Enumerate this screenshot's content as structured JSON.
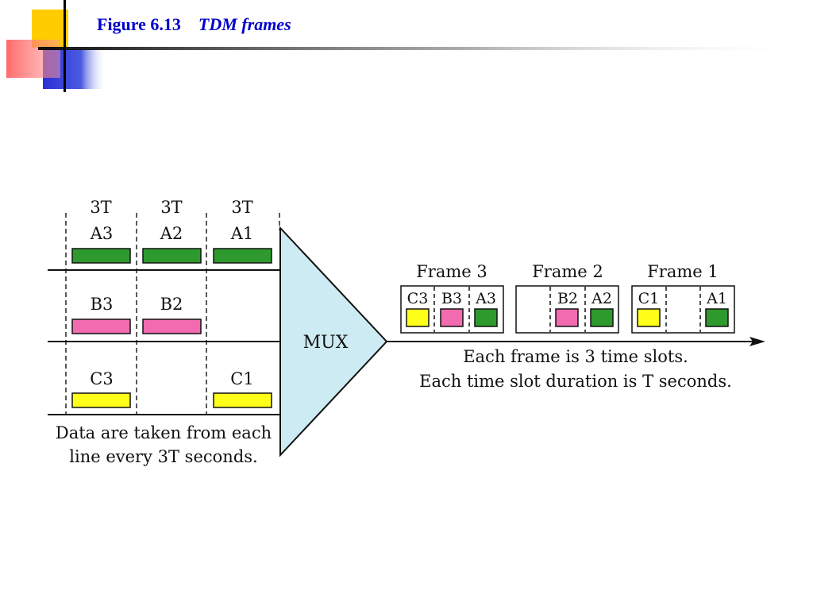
{
  "slide": {
    "figure_number": "Figure 6.13",
    "figure_title": "TDM frames"
  },
  "colors": {
    "A": "#2e9a2e",
    "B": "#f26bb0",
    "C": "#ffff1a",
    "mux": "#cdebf2",
    "title": "#0000cc"
  },
  "diagram": {
    "period_labels": [
      "3T",
      "3T",
      "3T"
    ],
    "input_lines": [
      {
        "line": "A",
        "units": [
          "A3",
          "A2",
          "A1"
        ]
      },
      {
        "line": "B",
        "units": [
          "B3",
          "B2",
          ""
        ]
      },
      {
        "line": "C",
        "units": [
          "C3",
          "",
          "C1"
        ]
      }
    ],
    "input_caption": [
      "Data are taken from each",
      "line every 3T seconds."
    ],
    "mux_label": "MUX",
    "frames": [
      {
        "label": "Frame 3",
        "slots": [
          "C3",
          "B3",
          "A3"
        ]
      },
      {
        "label": "Frame 2",
        "slots": [
          "",
          "B2",
          "A2"
        ]
      },
      {
        "label": "Frame 1",
        "slots": [
          "C1",
          "",
          "A1"
        ]
      }
    ],
    "output_caption": [
      "Each frame is 3 time slots.",
      "Each time slot duration is T seconds."
    ]
  }
}
